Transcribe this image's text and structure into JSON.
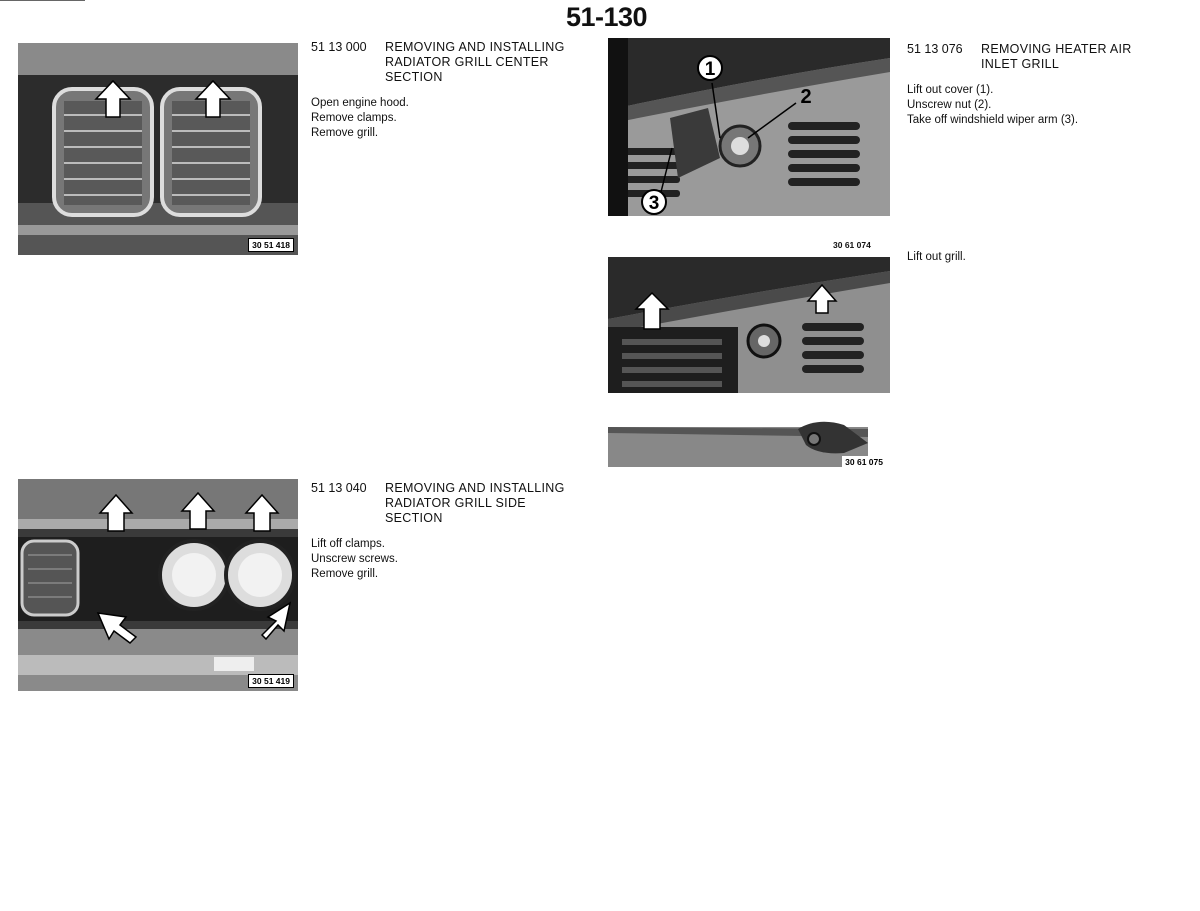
{
  "page_number": "51-130",
  "sections": [
    {
      "code": "51 13 000",
      "title": "REMOVING AND INSTALLING\nRADIATOR GRILL CENTER\nSECTION",
      "steps": [
        "Open engine hood.",
        "Remove clamps.",
        "Remove grill."
      ]
    },
    {
      "code": "51 13 040",
      "title": "REMOVING AND INSTALLING\nRADIATOR GRILL SIDE\nSECTION",
      "steps": [
        "Lift off clamps.",
        "Unscrew screws.",
        "Remove grill."
      ]
    },
    {
      "code": "51 13 076",
      "title": "REMOVING HEATER AIR\nINLET GRILL",
      "steps": [
        "Lift out cover (1).",
        "Unscrew nut (2).",
        "Take off windshield wiper arm (3)."
      ]
    },
    {
      "steps": [
        "Lift out grill."
      ]
    }
  ],
  "figures": {
    "grill_center": "30 51 418",
    "grill_side": "30 51 419",
    "heater_inlet_parts": "30 61 074",
    "heater_inlet_grill": "30 61 075"
  },
  "callouts": [
    "1",
    "2",
    "3"
  ]
}
